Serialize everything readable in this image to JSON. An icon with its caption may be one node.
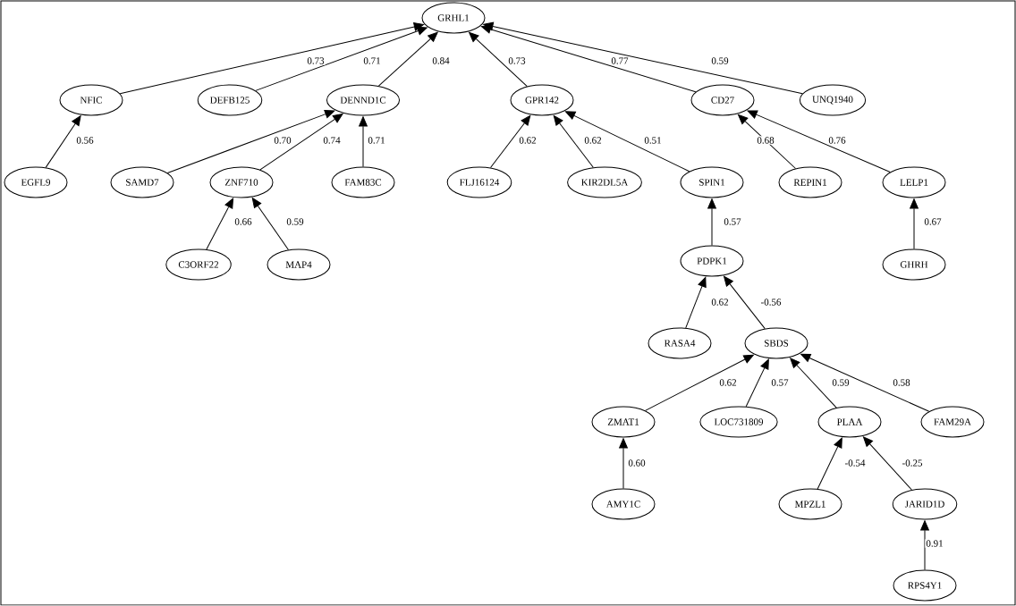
{
  "diagram": {
    "nodes": [
      {
        "text": [
          "GRHL1"
        ]
      },
      {
        "text": [
          "NFIC"
        ]
      },
      {
        "text": [
          "DEFB125"
        ]
      },
      {
        "text": [
          "DENND1C"
        ]
      },
      {
        "text": [
          "GPR142"
        ]
      },
      {
        "text": [
          "CD27"
        ]
      },
      {
        "text": [
          "UNQ1940"
        ]
      },
      {
        "text": [
          "EGFL9"
        ]
      },
      {
        "text": [
          "SAMD7"
        ]
      },
      {
        "text": [
          "ZNF710"
        ]
      },
      {
        "text": [
          "FAM83C"
        ]
      },
      {
        "text": [
          "FLJ16124"
        ]
      },
      {
        "text": [
          "KIR2DL5A"
        ]
      },
      {
        "text": [
          "SPIN1"
        ]
      },
      {
        "text": [
          "REPIN1"
        ]
      },
      {
        "text": [
          "LELP1"
        ]
      },
      {
        "text": [
          "C3ORF22"
        ]
      },
      {
        "text": [
          "MAP4"
        ]
      },
      {
        "text": [
          "PDPK1"
        ]
      },
      {
        "text": [
          "GHRH"
        ]
      },
      {
        "text": [
          "RASA4"
        ]
      },
      {
        "text": [
          "SBDS"
        ]
      },
      {
        "text": [
          "ZMAT1"
        ]
      },
      {
        "text": [
          "LOC731809"
        ]
      },
      {
        "text": [
          "PLAA"
        ]
      },
      {
        "text": [
          "FAM29A"
        ]
      },
      {
        "text": [
          "AMY1C"
        ]
      },
      {
        "text": [
          "MPZL1"
        ]
      },
      {
        "text": [
          "JARID1D"
        ]
      },
      {
        "text": [
          "RPS4Y1"
        ]
      }
    ],
    "edges": [
      {
        "from": 1,
        "to": 0,
        "arrow": "to",
        "label": "0.73"
      },
      {
        "from": 2,
        "to": 0,
        "arrow": "to",
        "label": "0.71"
      },
      {
        "from": 3,
        "to": 0,
        "arrow": "to",
        "label": "0.84"
      },
      {
        "from": 4,
        "to": 0,
        "arrow": "to",
        "label": "0.73"
      },
      {
        "from": 5,
        "to": 0,
        "arrow": "to",
        "label": "0.77"
      },
      {
        "from": 6,
        "to": 0,
        "arrow": "to",
        "label": "0.59"
      },
      {
        "from": 7,
        "to": 1,
        "arrow": "to",
        "label": "0.56"
      },
      {
        "from": 8,
        "to": 3,
        "arrow": "to",
        "label": "0.70"
      },
      {
        "from": 9,
        "to": 3,
        "arrow": "to",
        "label": "0.74"
      },
      {
        "from": 10,
        "to": 3,
        "arrow": "to",
        "label": "0.71"
      },
      {
        "from": 11,
        "to": 4,
        "arrow": "to",
        "label": "0.62"
      },
      {
        "from": 12,
        "to": 4,
        "arrow": "to",
        "label": "0.62"
      },
      {
        "from": 13,
        "to": 4,
        "arrow": "to",
        "label": "0.51"
      },
      {
        "from": 14,
        "to": 5,
        "arrow": "to",
        "label": "0.68"
      },
      {
        "from": 15,
        "to": 5,
        "arrow": "to",
        "label": "0.76"
      },
      {
        "from": 16,
        "to": 9,
        "arrow": "to",
        "label": "0.66"
      },
      {
        "from": 17,
        "to": 9,
        "arrow": "to",
        "label": "0.59"
      },
      {
        "from": 18,
        "to": 13,
        "arrow": "to",
        "label": "0.57"
      },
      {
        "from": 19,
        "to": 15,
        "arrow": "to",
        "label": "0.67"
      },
      {
        "from": 20,
        "to": 18,
        "arrow": "to",
        "label": "0.62"
      },
      {
        "from": 21,
        "to": 18,
        "arrow": "to",
        "label": "-0.56"
      },
      {
        "from": 22,
        "to": 21,
        "arrow": "to",
        "label": "0.62"
      },
      {
        "from": 23,
        "to": 21,
        "arrow": "to",
        "label": "0.57"
      },
      {
        "from": 24,
        "to": 21,
        "arrow": "to",
        "label": "0.59"
      },
      {
        "from": 25,
        "to": 21,
        "arrow": "to",
        "label": "0.58"
      },
      {
        "from": 26,
        "to": 22,
        "arrow": "to",
        "label": "0.60"
      },
      {
        "from": 27,
        "to": 24,
        "arrow": "to",
        "label": "-0.54"
      },
      {
        "from": 28,
        "to": 24,
        "arrow": "to",
        "label": "-0.25"
      },
      {
        "from": 29,
        "to": 28,
        "arrow": "to",
        "label": "0.91"
      }
    ]
  }
}
